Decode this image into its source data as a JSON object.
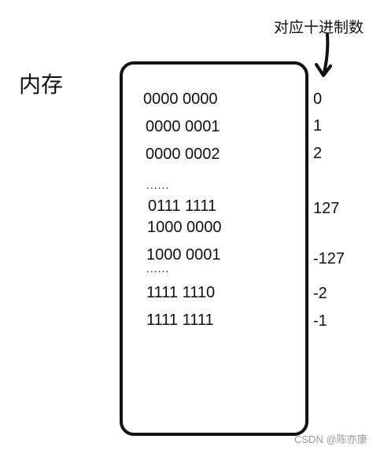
{
  "memory_label": "内存",
  "decimal_header": "对应十进制数",
  "rows": [
    {
      "binary": "0000 0000",
      "decimal": "0"
    },
    {
      "binary": "0000 0001",
      "decimal": "1"
    },
    {
      "binary": "0000 0002",
      "decimal": "2"
    },
    {
      "binary": "0111 1111",
      "decimal": "127"
    },
    {
      "binary": "1000 0000",
      "decimal": ""
    },
    {
      "binary": "1000 0001",
      "decimal": "-127"
    },
    {
      "binary": "1111 1110",
      "decimal": "-2"
    },
    {
      "binary": "1111 1111",
      "decimal": "-1"
    }
  ],
  "ellipsis": [
    "......",
    "......"
  ],
  "watermark": "CSDN @陈亦康"
}
